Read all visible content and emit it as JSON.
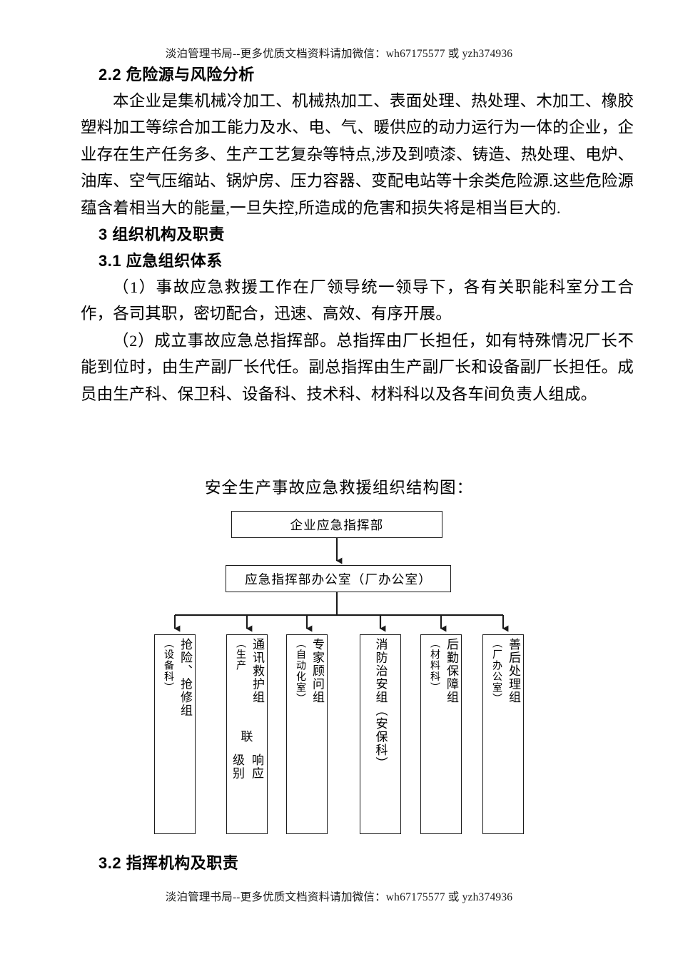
{
  "watermark": {
    "text": "淡泊管理书局--更多优质文档资料请加微信：wh67175577 或 yzh374936"
  },
  "sections": {
    "heading_2_2": "2.2  危险源与风险分析",
    "para_2_2": "本企业是集机械冷加工、机械热加工、表面处理、热处理、木加工、橡胶塑料加工等综合加工能力及水、电、气、暖供应的动力运行为一体的企业，企业存在生产任务多、生产工艺复杂等特点,涉及到喷漆、铸造、热处理、电炉、油库、空气压缩站、锅炉房、压力容器、变配电站等十余类危险源.这些危险源蕴含着相当大的能量,一旦失控,所造成的危害和损失将是相当巨大的.",
    "heading_3": "3  组织机构及职责",
    "heading_3_1": "3.1  应急组织体系",
    "para_3_1_1": "（1）事故应急救援工作在厂领导统一领导下，各有关职能科室分工合作，各司其职，密切配合，迅速、高效、有序开展。",
    "para_3_1_2": "（2）成立事故应急总指挥部。总指挥由厂长担任，如有特殊情况厂长不能到位时，由生产副厂长代任。副总指挥由生产副厂长和设备副厂长担任。成员由生产科、保卫科、设备科、技术科、材料科以及各车间负责人组成。",
    "heading_3_2": "3.2  指挥机构及职责"
  },
  "org_chart": {
    "title": "安全生产事故应急救援组织结构图：",
    "root": "企业应急指挥部",
    "office": "应急指挥部办公室（厂办公室）",
    "leaves": [
      {
        "name": "抢险抢修组",
        "col_right": "抢险、抢修组",
        "col_left": "（设备科）"
      },
      {
        "name": "通讯救护组",
        "col_right": "通讯救护组",
        "col_left": "（生产",
        "extra_a": "联",
        "extra_b_right": "响应",
        "extra_b_left": "级别"
      },
      {
        "name": "专家顾问组",
        "col_right": "专家顾问组",
        "col_left": "（自动化室）"
      },
      {
        "name": "消防治安组",
        "col_right": "消防治安组（安保科）",
        "col_left": ""
      },
      {
        "name": "后勤保障组",
        "col_right": "后勤保障组",
        "col_left": "（材料科）"
      },
      {
        "name": "善后处理组",
        "col_right": "善后处理组",
        "col_left": "（厂办公室）"
      }
    ]
  },
  "colors": {
    "ink": "#000000",
    "line": "#1b1b1b",
    "paper": "#ffffff"
  }
}
